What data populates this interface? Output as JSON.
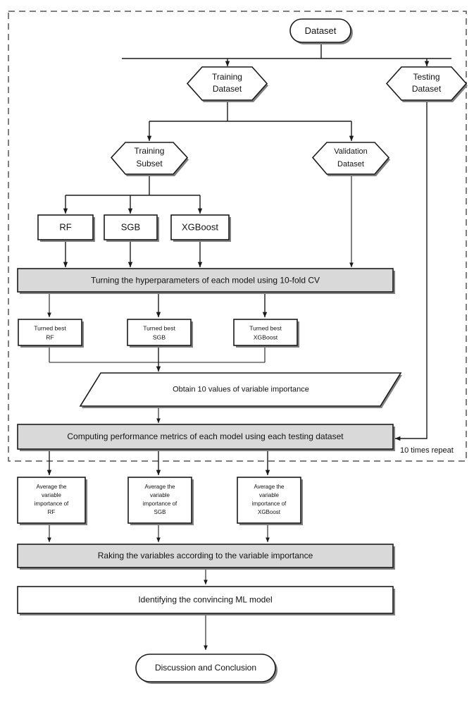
{
  "diagram": {
    "title": "Machine learning modelling workflow flowchart",
    "colors": {
      "process_fill": "#d9d9d9",
      "node_fill": "#ffffff",
      "stroke": "#1a1a1a",
      "frame_stroke": "#555555"
    },
    "loop_frame_label": "10 times repeat",
    "nodes": {
      "dataset": "Dataset",
      "training_dataset_line1": "Training",
      "training_dataset_line2": "Dataset",
      "testing_dataset_line1": "Testing",
      "testing_dataset_line2": "Dataset",
      "training_subset_line1": "Training",
      "training_subset_line2": "Subset",
      "validation_dataset_line1": "Validation",
      "validation_dataset_line2": "Dataset",
      "model_rf": "RF",
      "model_sgb": "SGB",
      "model_xgboost": "XGBoost",
      "tuning_process": "Turning the hyperparameters of each model using 10-fold CV",
      "turned_best_rf_line1": "Turned best",
      "turned_best_rf_line2": "RF",
      "turned_best_sgb_line1": "Turned best",
      "turned_best_sgb_line2": "SGB",
      "turned_best_xgboost_line1": "Turned best",
      "turned_best_xgboost_line2": "XGBoost",
      "obtain_importance": "Obtain 10 values of variable importance",
      "computing_metrics": "Computing performance metrics of each model using each testing dataset",
      "avg_rf_line1": "Average the",
      "avg_rf_line2": "variable",
      "avg_rf_line3": "importance of",
      "avg_rf_line4": "RF",
      "avg_sgb_line1": "Average the",
      "avg_sgb_line2": "variable",
      "avg_sgb_line3": "importance of",
      "avg_sgb_line4": "SGB",
      "avg_xgb_line1": "Average the",
      "avg_xgb_line2": "variable",
      "avg_xgb_line3": "importance of",
      "avg_xgb_line4": "XGBoost",
      "ranking_process": "Raking the variables according to the variable importance",
      "identifying_model": "Identifying the convincing ML model",
      "discussion": "Discussion and Conclusion"
    }
  }
}
